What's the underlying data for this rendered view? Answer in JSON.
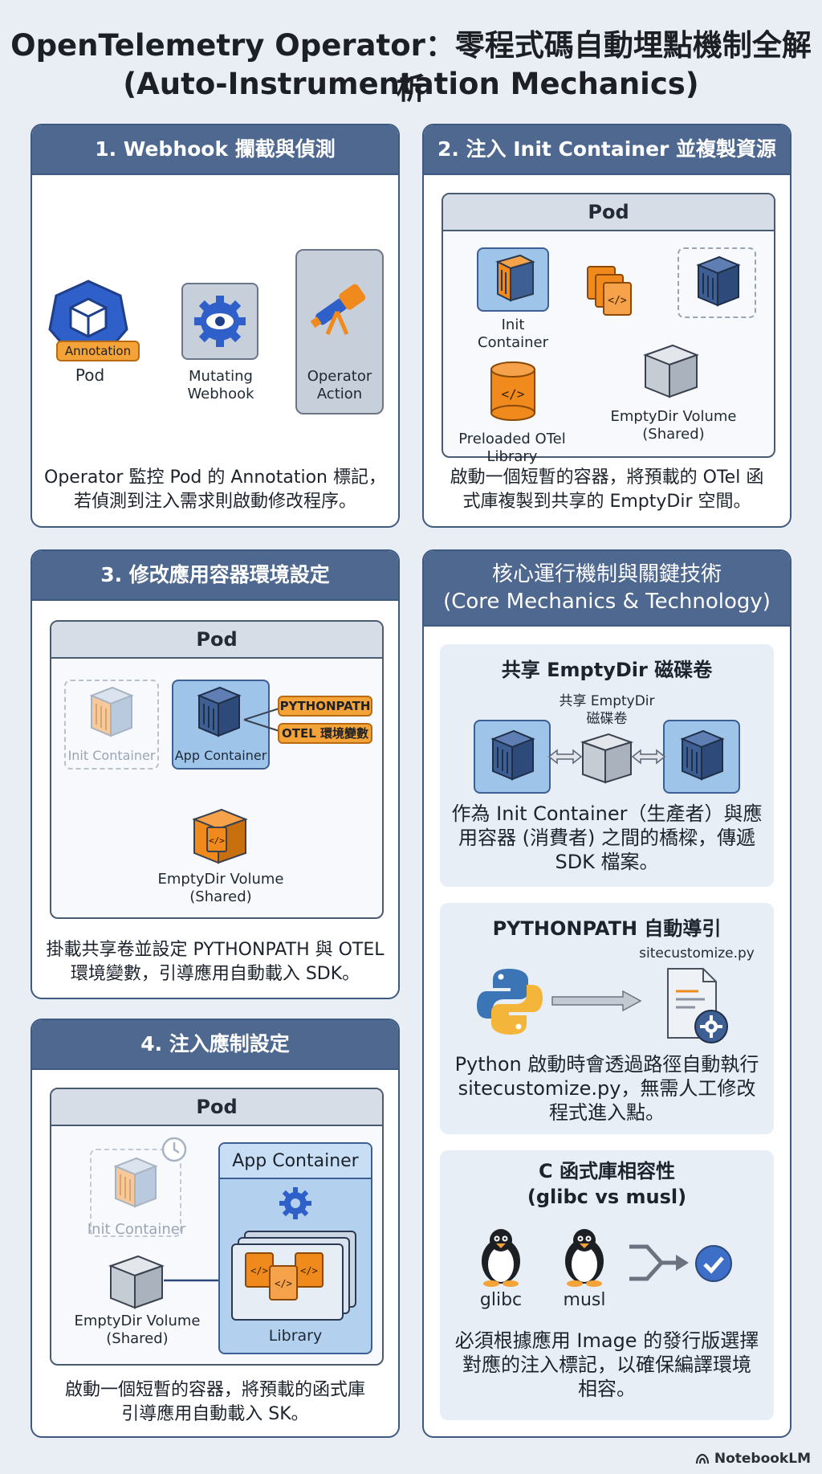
{
  "title": {
    "line1": "OpenTelemetry Operator：零程式碼自動埋點機制全解析",
    "line2": "(Auto-Instrumentation Mechanics)"
  },
  "panel1": {
    "heading": "1. Webhook 攔截與偵測",
    "annotation_tag": "Annotation",
    "pod_label": "Pod",
    "webhook_label": "Mutating\nWebhook",
    "operator_label": "Operator\nAction",
    "caption": "Operator 監控 Pod 的 Annotation 標記，\n若偵測到注入需求則啟動修改程序。"
  },
  "panel2": {
    "heading": "2. 注入 Init Container 並複製資源",
    "pod_title": "Pod",
    "init_label": "Init\nContainer",
    "library_label": "Preloaded OTel\nLibrary",
    "volume_label": "EmptyDir Volume\n(Shared)",
    "caption": "啟動一個短暫的容器，將預載的 OTel 函\n式庫複製到共享的 EmptyDir 空間。"
  },
  "panel3": {
    "heading": "3. 修改應用容器環境設定",
    "pod_title": "Pod",
    "init_label": "Init Container",
    "app_label": "App Container",
    "tag_pythonpath": "PYTHONPATH",
    "tag_otel": "OTEL 環境變數",
    "volume_label": "EmptyDir Volume\n(Shared)",
    "caption": "掛載共享卷並設定 PYTHONPATH 與 OTEL\n環境變數，引導應用自動載入 SDK。"
  },
  "panel4": {
    "heading": "4. 注入應制設定",
    "pod_title": "Pod",
    "init_label": "Init Container",
    "app_title": "App Container",
    "library_label": "Library",
    "volume_label": "EmptyDir Volume\n(Shared)",
    "caption": "啟動一個短暫的容器，將預載的函式庫\n引導應用自動載入 SK。"
  },
  "core": {
    "heading": "核心運行機制與關鍵技術\n(Core Mechanics & Technology)",
    "emptydir": {
      "title": "共享 EmptyDir 磁碟卷",
      "inner_label": "共享 EmptyDir\n磁碟卷",
      "caption": "作為 Init Container（生產者）與應\n用容器 (消費者) 之間的橋樑，傳遞\nSDK 檔案。"
    },
    "pythonpath": {
      "title": "PYTHONPATH 自動導引",
      "file_label": "sitecustomize.py",
      "caption": "Python 啟動時會透過路徑自動執行\nsitecustomize.py，無需人工修改\n程式進入點。"
    },
    "clib": {
      "title": "C 函式庫相容性\n(glibc vs musl)",
      "glibc_label": "glibc",
      "musl_label": "musl",
      "caption": "必須根據應用 Image 的發行版選擇\n對應的注入標記，以確保編譯環境\n相容。"
    }
  },
  "footer": "NotebookLM",
  "colors": {
    "header_blue": "#4e6890",
    "container_blue": "#3e5f94",
    "orange": "#f08a1c",
    "background": "#e9eef5"
  }
}
